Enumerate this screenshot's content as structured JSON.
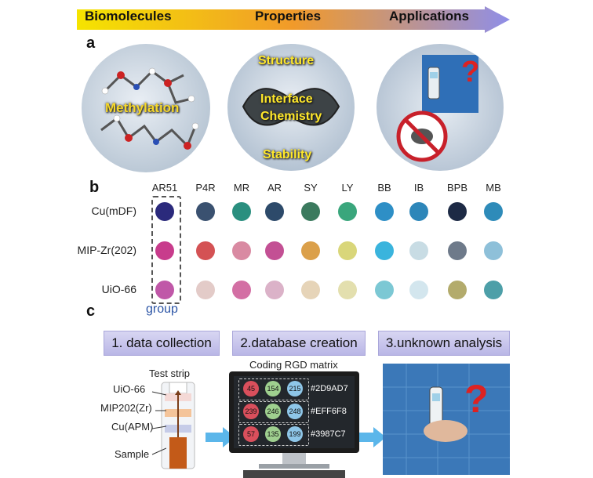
{
  "banner": {
    "left": "Biomolecules",
    "mid": "Properties",
    "right": "Applications"
  },
  "panels": {
    "a": "a",
    "b": "b",
    "c": "c"
  },
  "circle_a": {
    "label": "Methylation"
  },
  "circle_b": {
    "top": "Structure",
    "mid1": "Interface",
    "mid2": "Chemistry",
    "bottom": "Stability"
  },
  "grid": {
    "columns": [
      "AR51",
      "P4R",
      "MR",
      "AR",
      "SY",
      "LY",
      "BB",
      "IB",
      "BPB",
      "MB"
    ],
    "rows": [
      {
        "name": "Cu(mDF)",
        "colors": [
          "#2b2a7c",
          "#3a5170",
          "#2a8f7f",
          "#2d4a6a",
          "#3b7a5e",
          "#3aa67c",
          "#2e8fc6",
          "#2d86b9",
          "#1d2a45",
          "#2e8bb9"
        ]
      },
      {
        "name": "MIP-Zr(202)",
        "colors": [
          "#c83c8c",
          "#d45254",
          "#d98aa2",
          "#c35094",
          "#dba04a",
          "#d9d67a",
          "#3ab4dd",
          "#c8dce4",
          "#6e7a8a",
          "#8ec0d9"
        ]
      },
      {
        "name": "UiO-66",
        "colors": [
          "#c058a8",
          "#e3cbc8",
          "#d36fa4",
          "#dbb2c8",
          "#e6d4b8",
          "#e3dfae",
          "#7cc8d4",
          "#d3e6ee",
          "#b3ab6c",
          "#4d9fa8"
        ]
      }
    ],
    "group_label": "group"
  },
  "steps": {
    "s1": "1. data collection",
    "s2": "2.database creation",
    "s3": "3.unknown analysis"
  },
  "strip": {
    "title": "Test strip",
    "labels": [
      "UiO-66",
      "MIP202(Zr)",
      "Cu(APM)",
      "Sample"
    ]
  },
  "matrix": {
    "title": "Coding RGD matrix",
    "rows": [
      {
        "vals": [
          "45",
          "154",
          "215"
        ],
        "hex": "#2D9AD7",
        "colors": [
          "#d94f5c",
          "#9fd08f",
          "#8ec6e8"
        ]
      },
      {
        "vals": [
          "239",
          "246",
          "248"
        ],
        "hex": "#EFF6F8",
        "colors": [
          "#d94f5c",
          "#9fd08f",
          "#8ec6e8"
        ]
      },
      {
        "vals": [
          "57",
          "135",
          "199"
        ],
        "hex": "#3987C7",
        "colors": [
          "#d94f5c",
          "#9fd08f",
          "#8ec6e8"
        ]
      }
    ]
  },
  "colors": {
    "banner_start": "#f5e400",
    "banner_mid": "#f0a030",
    "banner_end": "#8f8ee8",
    "step_bg": "#c7c4ec"
  }
}
